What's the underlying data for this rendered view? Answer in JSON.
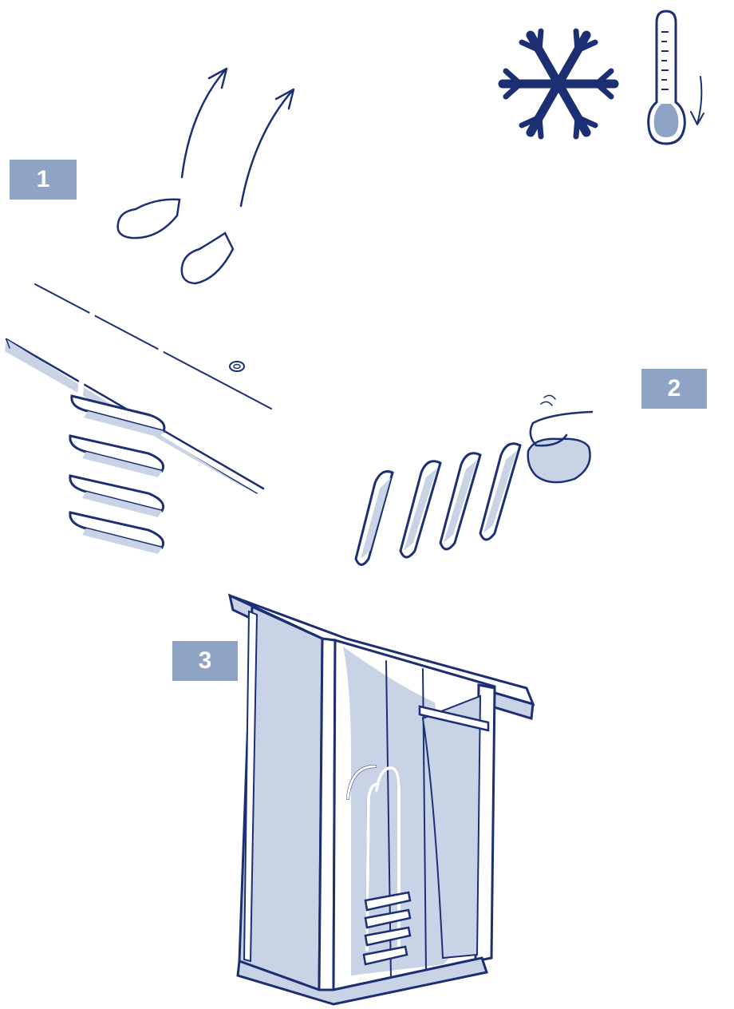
{
  "steps": [
    {
      "number": "1"
    },
    {
      "number": "2"
    },
    {
      "number": "3"
    }
  ],
  "colors": {
    "ink": "#1c2f73",
    "badge": "#8fa3c4",
    "shade": "#c9d3e6"
  },
  "icons": [
    "snowflake-icon",
    "thermometer-icon",
    "arrow-down-icon"
  ]
}
